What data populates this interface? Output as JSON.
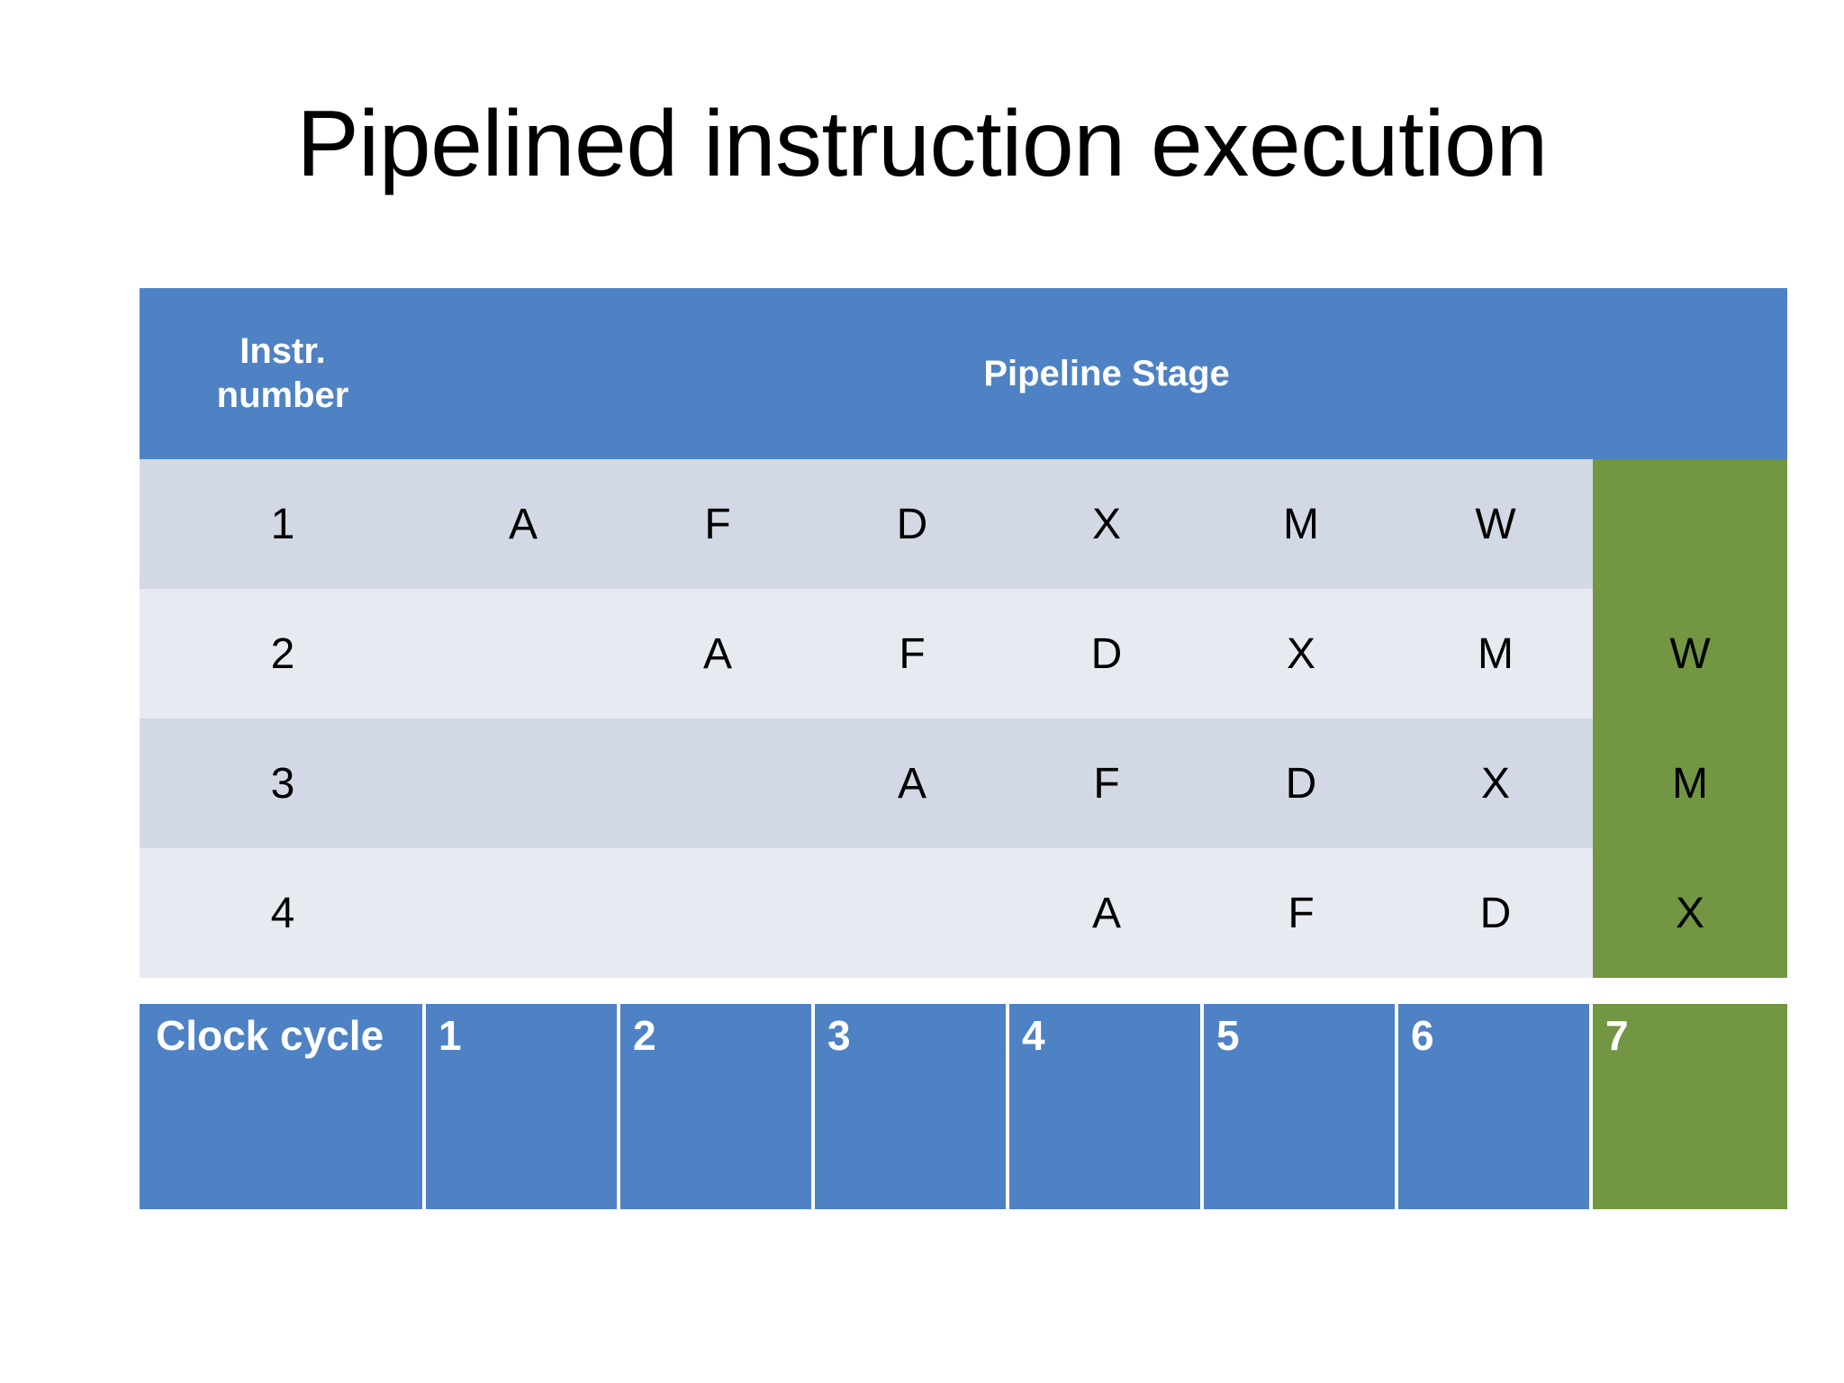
{
  "slide": {
    "title": "Pipelined instruction execution"
  },
  "table": {
    "header": {
      "instr_label": "Instr.\nnumber",
      "instr_label_line1": "Instr.",
      "instr_label_line2": "number",
      "stage_label": "Pipeline Stage"
    },
    "columns": 7,
    "rows": [
      {
        "instr": "1",
        "stages": [
          "A",
          "F",
          "D",
          "X",
          "M",
          "W",
          ""
        ]
      },
      {
        "instr": "2",
        "stages": [
          "",
          "A",
          "F",
          "D",
          "X",
          "M",
          "W"
        ]
      },
      {
        "instr": "3",
        "stages": [
          "",
          "",
          "A",
          "F",
          "D",
          "X",
          "M"
        ]
      },
      {
        "instr": "4",
        "stages": [
          "",
          "",
          "",
          "A",
          "F",
          "D",
          "X"
        ]
      }
    ],
    "highlight_column_index": 6
  },
  "clock": {
    "label": "Clock cycle",
    "cycles": [
      "1",
      "2",
      "3",
      "4",
      "5",
      "6",
      "7"
    ],
    "highlight_cycle": "7"
  },
  "colors": {
    "header_blue": "#4E82C4",
    "highlight_green": "#739642",
    "row_odd": "#D3D8E5",
    "row_even": "#E8EAF2",
    "title_text": "#000000",
    "header_text": "#FFFFFF",
    "cell_text": "#000000"
  }
}
